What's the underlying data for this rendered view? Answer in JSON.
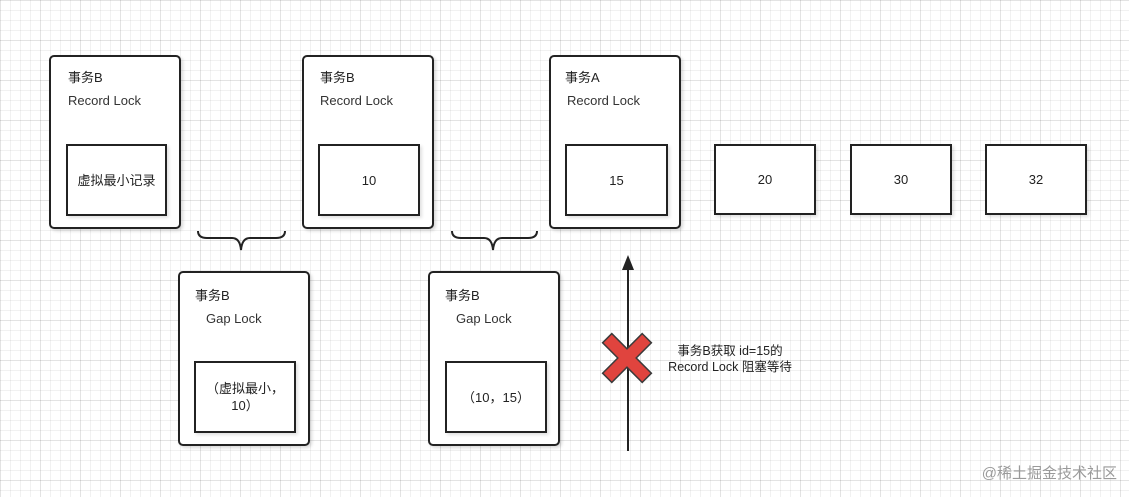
{
  "record_locks": [
    {
      "owner": "事务B",
      "type": "Record Lock",
      "value": "虚拟最小记录"
    },
    {
      "owner": "事务B",
      "type": "Record Lock",
      "value": "10"
    },
    {
      "owner": "事务A",
      "type": "Record Lock",
      "value": "15"
    }
  ],
  "gap_locks": [
    {
      "owner": "事务B",
      "type": "Gap Lock",
      "value_line1": "（虚拟最小，",
      "value_line2": "10）"
    },
    {
      "owner": "事务B",
      "type": "Gap Lock",
      "value_line1": "（10，15）",
      "value_line2": ""
    }
  ],
  "records": [
    "20",
    "30",
    "32"
  ],
  "blocked_note": {
    "line1": "事务B获取 id=15的",
    "line2": "Record Lock 阻塞等待"
  },
  "watermark": "@稀土掘金技术社区",
  "colors": {
    "border": "#222222",
    "cross": "#e0443e",
    "cross_outline": "#3a3a3a",
    "background": "#ffffff"
  },
  "icons": {
    "blocked": "red-x-icon",
    "request": "up-arrow-icon",
    "gap": "curly-brace-icon"
  }
}
